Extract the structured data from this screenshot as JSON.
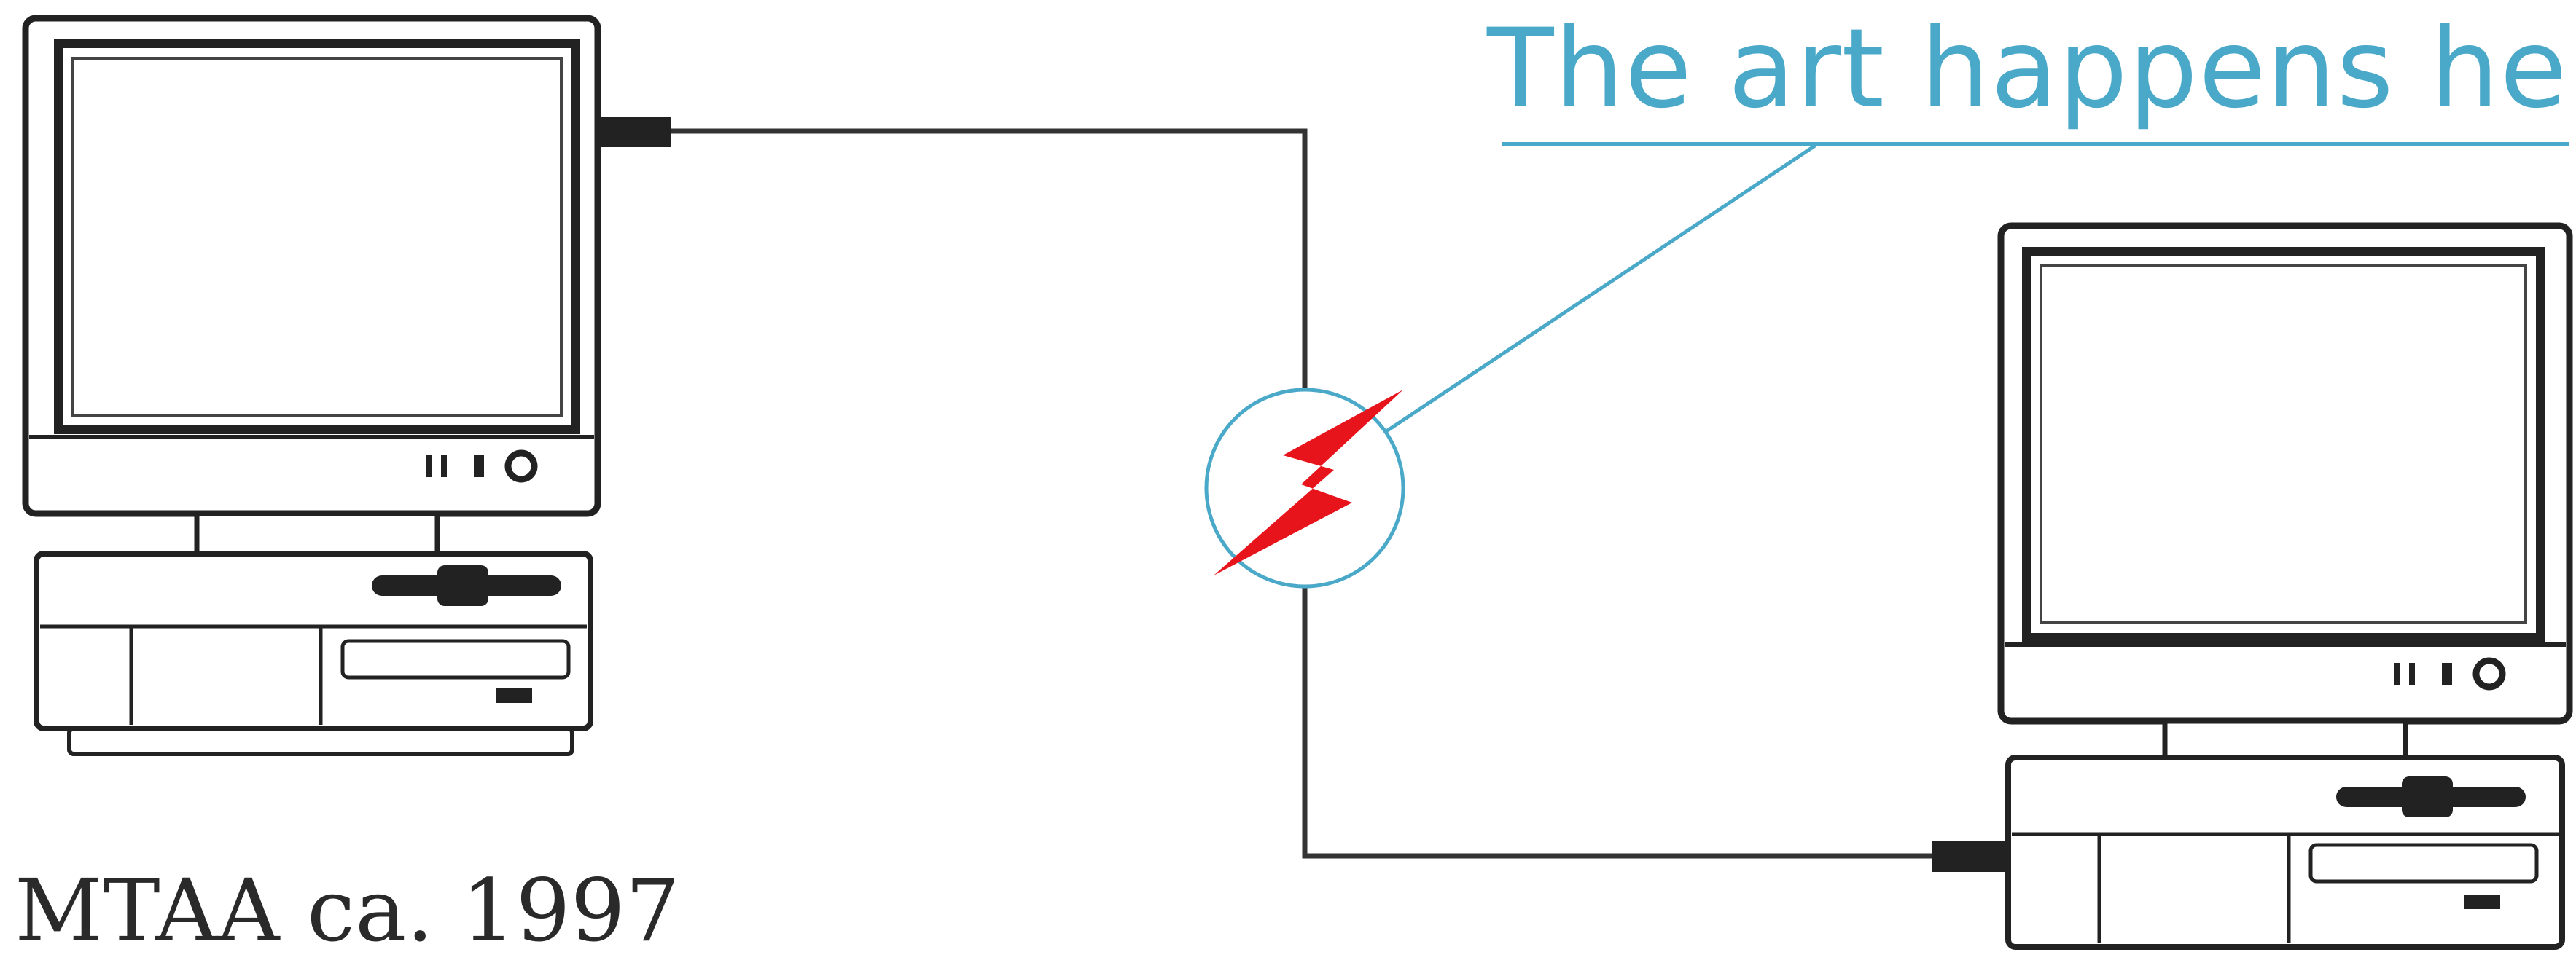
{
  "annotation": {
    "text": "The art happens here",
    "color": "#4aa8c8"
  },
  "credit": {
    "text": "MTAA ca. 1997"
  },
  "diagram": {
    "nodes": [
      {
        "name": "left-computer",
        "icon": "desktop-computer-icon"
      },
      {
        "name": "right-computer",
        "icon": "desktop-computer-icon"
      }
    ],
    "connection_icon": "lightning-bolt-icon",
    "colors": {
      "line": "#333333",
      "bolt": "#e8141c",
      "ring": "#4aa8c8"
    }
  }
}
